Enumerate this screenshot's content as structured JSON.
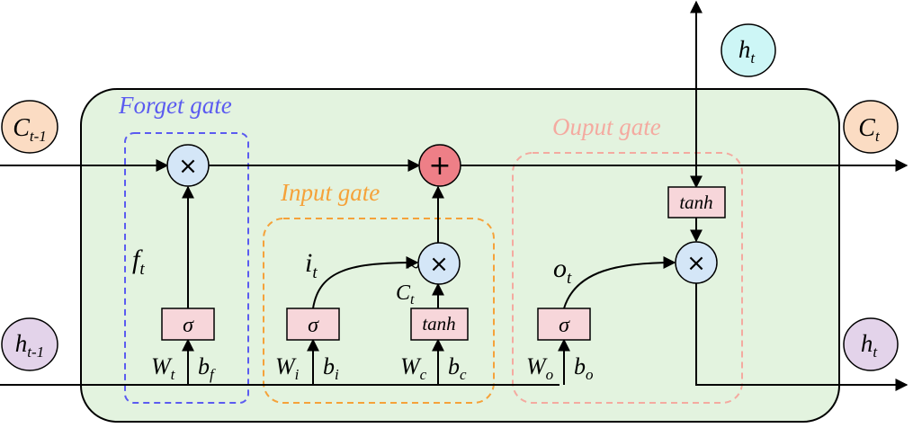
{
  "gates": {
    "forget_label": "Forget gate",
    "input_label": "Input gate",
    "output_label": "Ouput gate"
  },
  "io": {
    "c_prev": {
      "base": "C",
      "sub": "t-1"
    },
    "c_next": {
      "base": "C",
      "sub": "t"
    },
    "h_prev": {
      "base": "h",
      "sub": "t-1"
    },
    "h_next": {
      "base": "h",
      "sub": "t"
    },
    "h_top": {
      "base": "h",
      "sub": "t"
    }
  },
  "ops": {
    "multiply": "×",
    "add": "+",
    "sigma": "σ",
    "tanh": "tanh"
  },
  "signals": {
    "f": {
      "base": "f",
      "sub": "t"
    },
    "i": {
      "base": "i",
      "sub": "t"
    },
    "o": {
      "base": "o",
      "sub": "t"
    },
    "c_tilde": {
      "base": "C",
      "sub": "t",
      "mark": "~"
    }
  },
  "weights": {
    "forget": {
      "w": "W",
      "w_sub": "t",
      "b": "b",
      "b_sub": "f"
    },
    "input": {
      "w": "W",
      "w_sub": "i",
      "b": "b",
      "b_sub": "i"
    },
    "cand": {
      "w": "W",
      "w_sub": "c",
      "b": "b",
      "b_sub": "c"
    },
    "output": {
      "w": "W",
      "w_sub": "o",
      "b": "b",
      "b_sub": "o"
    }
  },
  "colors": {
    "cell_fill": "#e3f3df",
    "forget_border": "#5b5bf0",
    "input_border": "#f5a23a",
    "output_border": "#f4aaa0",
    "node_fill": "#d4e6f7",
    "add_fill": "#ee7f87",
    "act_fill": "#f7d6da",
    "c_circle": "#fbdcc3",
    "h_circle": "#e3d3ea",
    "h_top_circle": "#cdf6f6"
  }
}
